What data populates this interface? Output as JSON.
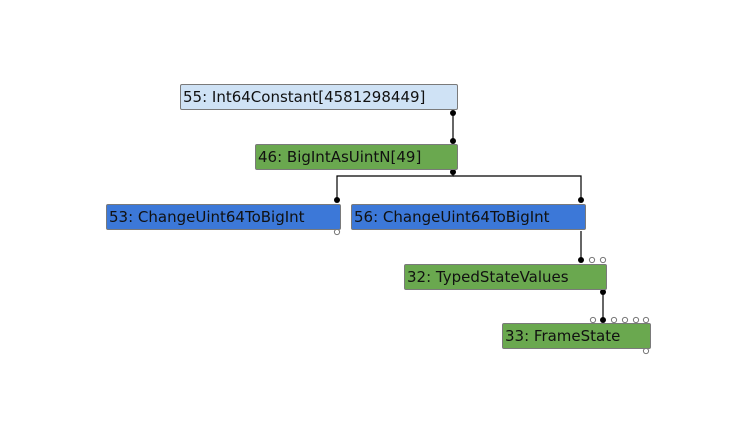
{
  "graph": {
    "nodes": [
      {
        "id": "n55",
        "label": "55: Int64Constant[4581298449]",
        "kind": "constant"
      },
      {
        "id": "n46",
        "label": "46: BigIntAsUintN[49]",
        "kind": "simplified"
      },
      {
        "id": "n53",
        "label": "53: ChangeUint64ToBigInt",
        "kind": "machine"
      },
      {
        "id": "n56",
        "label": "56: ChangeUint64ToBigInt",
        "kind": "machine"
      },
      {
        "id": "n32",
        "label": "32: TypedStateValues",
        "kind": "simplified"
      },
      {
        "id": "n33",
        "label": "33: FrameState",
        "kind": "simplified"
      }
    ],
    "edges": [
      {
        "from": "n55",
        "to": "n46"
      },
      {
        "from": "n46",
        "to": "n53"
      },
      {
        "from": "n46",
        "to": "n56"
      },
      {
        "from": "n56",
        "to": "n32"
      },
      {
        "from": "n32",
        "to": "n33"
      }
    ],
    "colors": {
      "constant": "#cfe2f5",
      "simplified": "#6aa84f",
      "machine": "#3c78d8",
      "edge": "#000000",
      "port_open": "#ffffff"
    }
  }
}
